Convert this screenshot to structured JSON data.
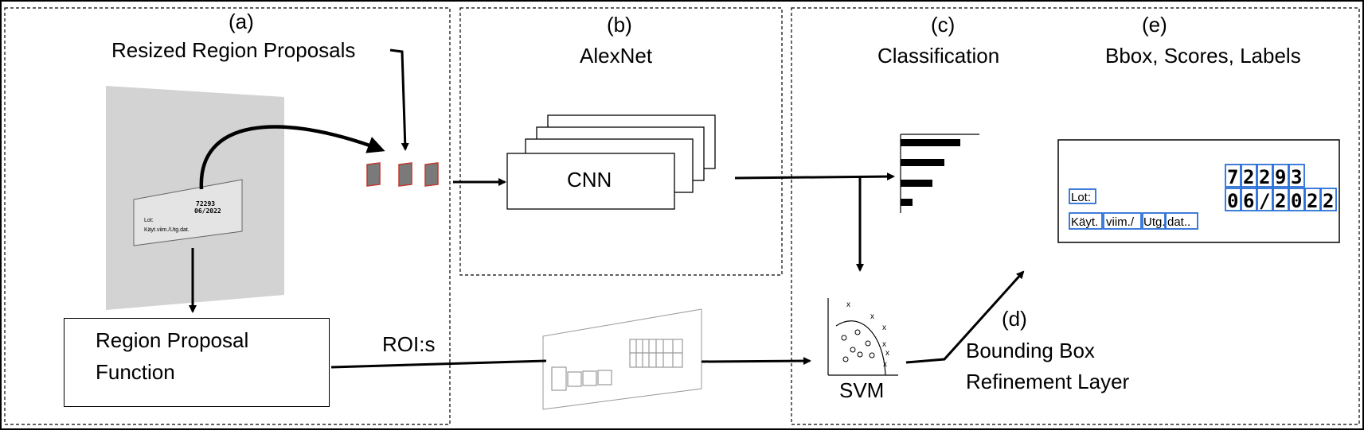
{
  "panels": {
    "a": {
      "label": "(a)",
      "title": "Resized Region Proposals"
    },
    "b": {
      "label": "(b)",
      "title": "AlexNet",
      "cnn_label": "CNN"
    },
    "c": {
      "label": "(c)",
      "title": "Classification"
    },
    "d": {
      "label": "(d)",
      "title_line1": "Bounding Box",
      "title_line2": "Refinement Layer"
    },
    "e": {
      "label": "(e)",
      "title": "Bbox, Scores, Labels"
    }
  },
  "region_proposal_box": {
    "line1": "Region Proposal",
    "line2": "Function"
  },
  "roi_label": "ROI:s",
  "svm_label": "SVM",
  "label_image": {
    "digits_row1": [
      "7",
      "2",
      "2",
      "9",
      "3"
    ],
    "digits_row2": [
      "0",
      "6",
      "/",
      "2",
      "0",
      "2",
      "2"
    ],
    "lot_text": "Lot:",
    "words": [
      "Käyt.",
      "viim./",
      "Utg.",
      "dat.."
    ],
    "small_row1": "72293",
    "small_row2": "06/2022",
    "small_lot": "Lot:",
    "small_words": "Käyt.viim./Utg.dat."
  },
  "colors": {
    "bbox_blue": "#2a6fd6",
    "proposal_red": "#c0392b",
    "sheet_gray": "#d3d3d3"
  }
}
